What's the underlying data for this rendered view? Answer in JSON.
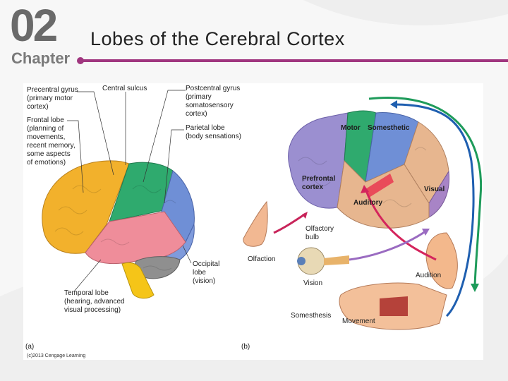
{
  "header": {
    "chapter_number": "02",
    "chapter_word": "Chapter",
    "title": "Lobes of the Cerebral Cortex"
  },
  "colors": {
    "accent": "#a0367f",
    "frontal": "#f2b12c",
    "motor": "#2faa6e",
    "parietal": "#6f8fd6",
    "temporal": "#ef8d9a",
    "occipital": "#9c86c9",
    "prefrontal": "#9b8fd0"
  },
  "figure_a": {
    "panel_label": "(a)",
    "copyright": "(c)2013 Cengage Learning",
    "labels": {
      "precentral": [
        "Precentral gyrus",
        "(primary motor",
        "cortex)"
      ],
      "central_sulcus": "Central sulcus",
      "postcentral": [
        "Postcentral gyrus",
        "(primary",
        "somatosensory",
        "cortex)"
      ],
      "frontal": [
        "Frontal lobe",
        "(planning of",
        "movements,",
        "recent memory,",
        "some aspects",
        "of emotions)"
      ],
      "parietal": [
        "Parietal lobe",
        "(body sensations)"
      ],
      "occipital": [
        "Occipital",
        "lobe",
        "(vision)"
      ],
      "temporal": [
        "Temporal lobe",
        "(hearing, advanced",
        "visual processing)"
      ]
    }
  },
  "figure_b": {
    "panel_label": "(b)",
    "labels": {
      "motor": "Motor",
      "somesthetic": "Somesthetic",
      "prefrontal": [
        "Prefrontal",
        "cortex"
      ],
      "visual": "Visual",
      "auditory": "Auditory",
      "olfactory": [
        "Olfactory",
        "bulb"
      ],
      "olfaction": "Olfaction",
      "vision": "Vision",
      "audition": "Audition",
      "somesthesis": "Somesthesis",
      "movement": "Movement"
    }
  }
}
